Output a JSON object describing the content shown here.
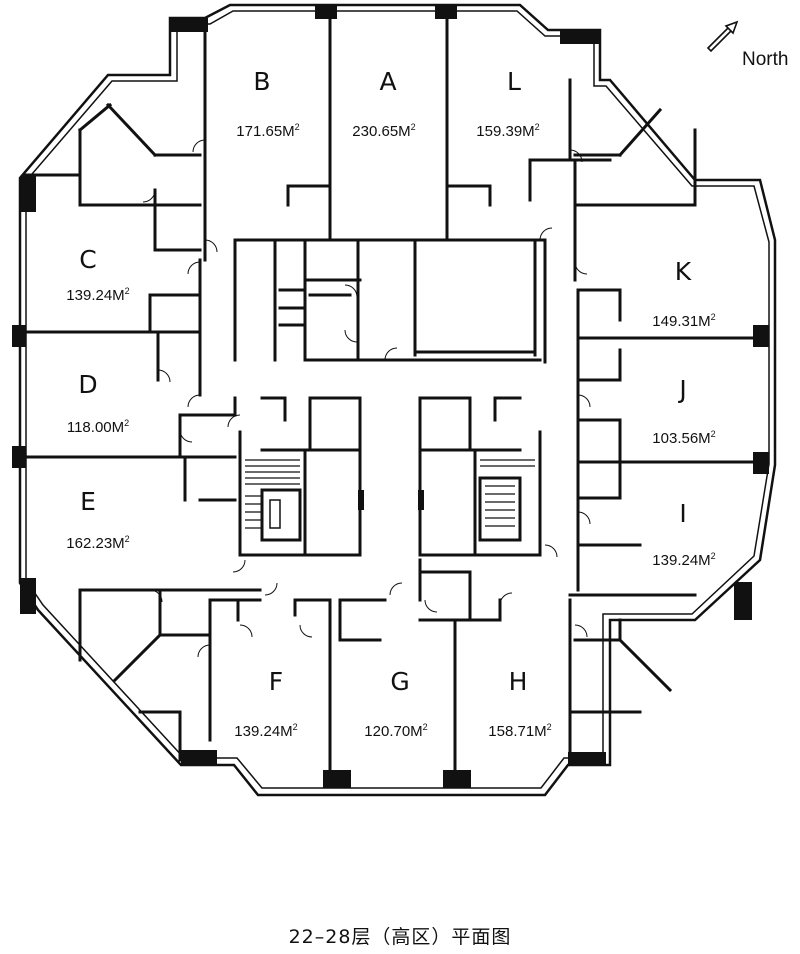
{
  "north_label": "North",
  "caption": "22–28层（高区）平面图",
  "units": [
    {
      "id": "B",
      "area": "171.65M",
      "sup": "2"
    },
    {
      "id": "A",
      "area": "230.65M",
      "sup": "2"
    },
    {
      "id": "L",
      "area": "159.39M",
      "sup": "2"
    },
    {
      "id": "C",
      "area": "139.24M",
      "sup": "2"
    },
    {
      "id": "K",
      "area": "149.31M",
      "sup": "2"
    },
    {
      "id": "D",
      "area": "118.00M",
      "sup": "2"
    },
    {
      "id": "J",
      "area": "103.56M",
      "sup": "2"
    },
    {
      "id": "E",
      "area": "162.23M",
      "sup": "2"
    },
    {
      "id": "I",
      "area": "139.24M",
      "sup": "2"
    },
    {
      "id": "F",
      "area": "139.24M",
      "sup": "2"
    },
    {
      "id": "G",
      "area": "120.70M",
      "sup": "2"
    },
    {
      "id": "H",
      "area": "158.71M",
      "sup": "2"
    }
  ]
}
